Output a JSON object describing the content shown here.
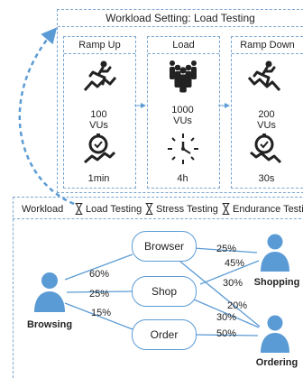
{
  "setting": {
    "title": "Workload Setting: Load Testing",
    "phases": [
      {
        "name": "Ramp Up",
        "value": "100",
        "unit": "VUs",
        "duration": "1min",
        "icon": "runner-upward-chart-icon",
        "time_icon": "stopwatch-icon"
      },
      {
        "name": "Load",
        "value": "1000",
        "unit": "VUs",
        "duration": "4h",
        "icon": "crowd-icon",
        "time_icon": "clock-icon"
      },
      {
        "name": "Ramp Down",
        "value": "200",
        "unit": "VUs",
        "duration": "30s",
        "icon": "runner-downward-chart-icon",
        "time_icon": "stopwatch-icon"
      }
    ]
  },
  "workload": {
    "label": "Workload",
    "types": [
      "Load Testing",
      "Stress Testing",
      "Endurance Testing"
    ]
  },
  "model": {
    "nodes": {
      "browser": "Browser",
      "shop": "Shop",
      "order": "Order"
    },
    "personas": {
      "browsing": "Browsing",
      "shopping": "Shopping",
      "ordering": "Ordering"
    },
    "edges": {
      "browsing_browser": "60%",
      "browsing_shop": "25%",
      "browsing_order": "15%",
      "browser_shopping": "25%",
      "shop_shopping": "45%",
      "browser_ordering": "30%",
      "shop_ordering": "20%",
      "shop_ordering_b": "30%",
      "order_ordering": "50%"
    }
  },
  "colors": {
    "accent": "#5b9bd5",
    "dashed": "#7aa6d0",
    "icon": "#222222"
  }
}
